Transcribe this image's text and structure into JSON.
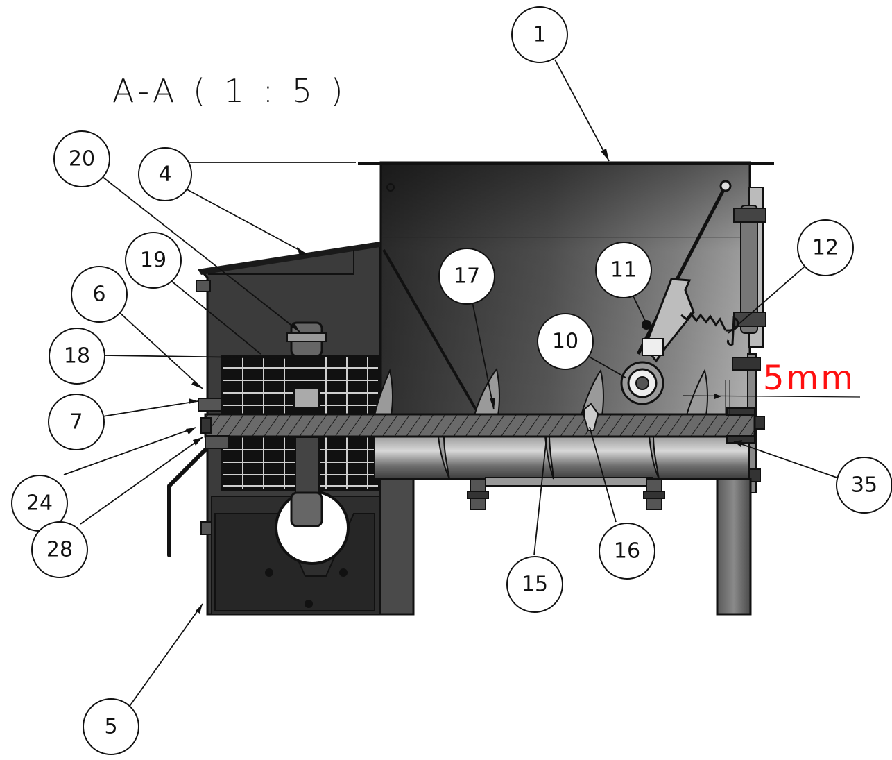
{
  "view_title": "A-A ( 1 : 5 )",
  "dimension_note": "5mm",
  "colors": {
    "accent": "#ff1010",
    "line": "#111111",
    "body": "#3a3a3a"
  },
  "callouts": [
    {
      "id": "1",
      "label": "1"
    },
    {
      "id": "4",
      "label": "4"
    },
    {
      "id": "5",
      "label": "5"
    },
    {
      "id": "6",
      "label": "6"
    },
    {
      "id": "7",
      "label": "7"
    },
    {
      "id": "10",
      "label": "10"
    },
    {
      "id": "11",
      "label": "11"
    },
    {
      "id": "12",
      "label": "12"
    },
    {
      "id": "15",
      "label": "15"
    },
    {
      "id": "16",
      "label": "16"
    },
    {
      "id": "17",
      "label": "17"
    },
    {
      "id": "18",
      "label": "18"
    },
    {
      "id": "19",
      "label": "19"
    },
    {
      "id": "20",
      "label": "20"
    },
    {
      "id": "24",
      "label": "24"
    },
    {
      "id": "28",
      "label": "28"
    },
    {
      "id": "35",
      "label": "35"
    }
  ]
}
